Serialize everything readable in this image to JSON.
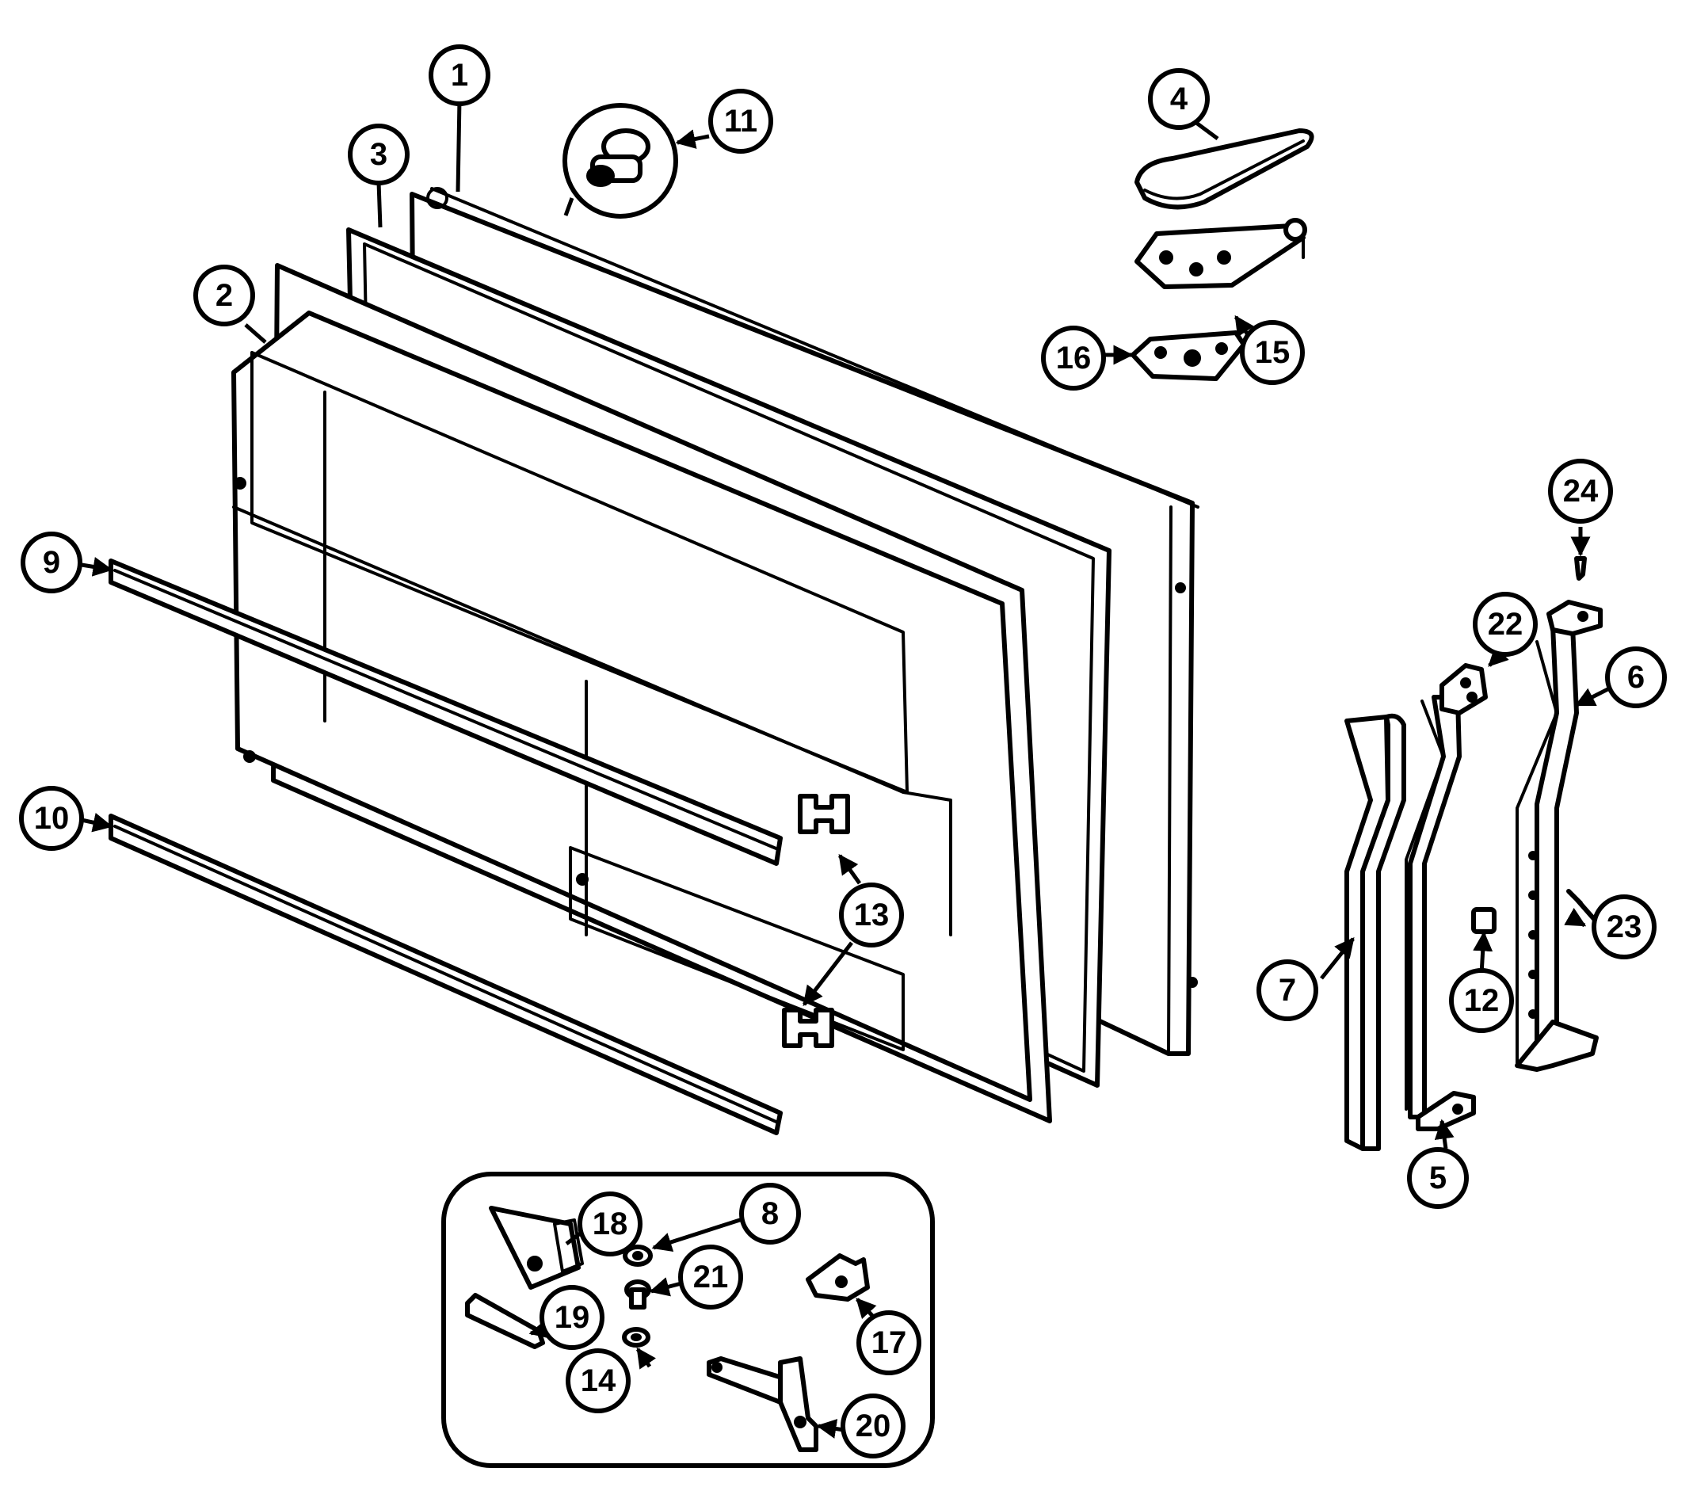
{
  "callouts": {
    "c1": "1",
    "c2": "2",
    "c3": "3",
    "c4": "4",
    "c5": "5",
    "c6": "6",
    "c7": "7",
    "c8": "8",
    "c9": "9",
    "c10": "10",
    "c11": "11",
    "c12": "12",
    "c13": "13",
    "c14": "14",
    "c15": "15",
    "c16": "16",
    "c17": "17",
    "c18": "18",
    "c19": "19",
    "c20": "20",
    "c21": "21",
    "c22": "22",
    "c23": "23",
    "c24": "24"
  },
  "colors": {
    "ink": "#000000",
    "paper": "#ffffff"
  }
}
